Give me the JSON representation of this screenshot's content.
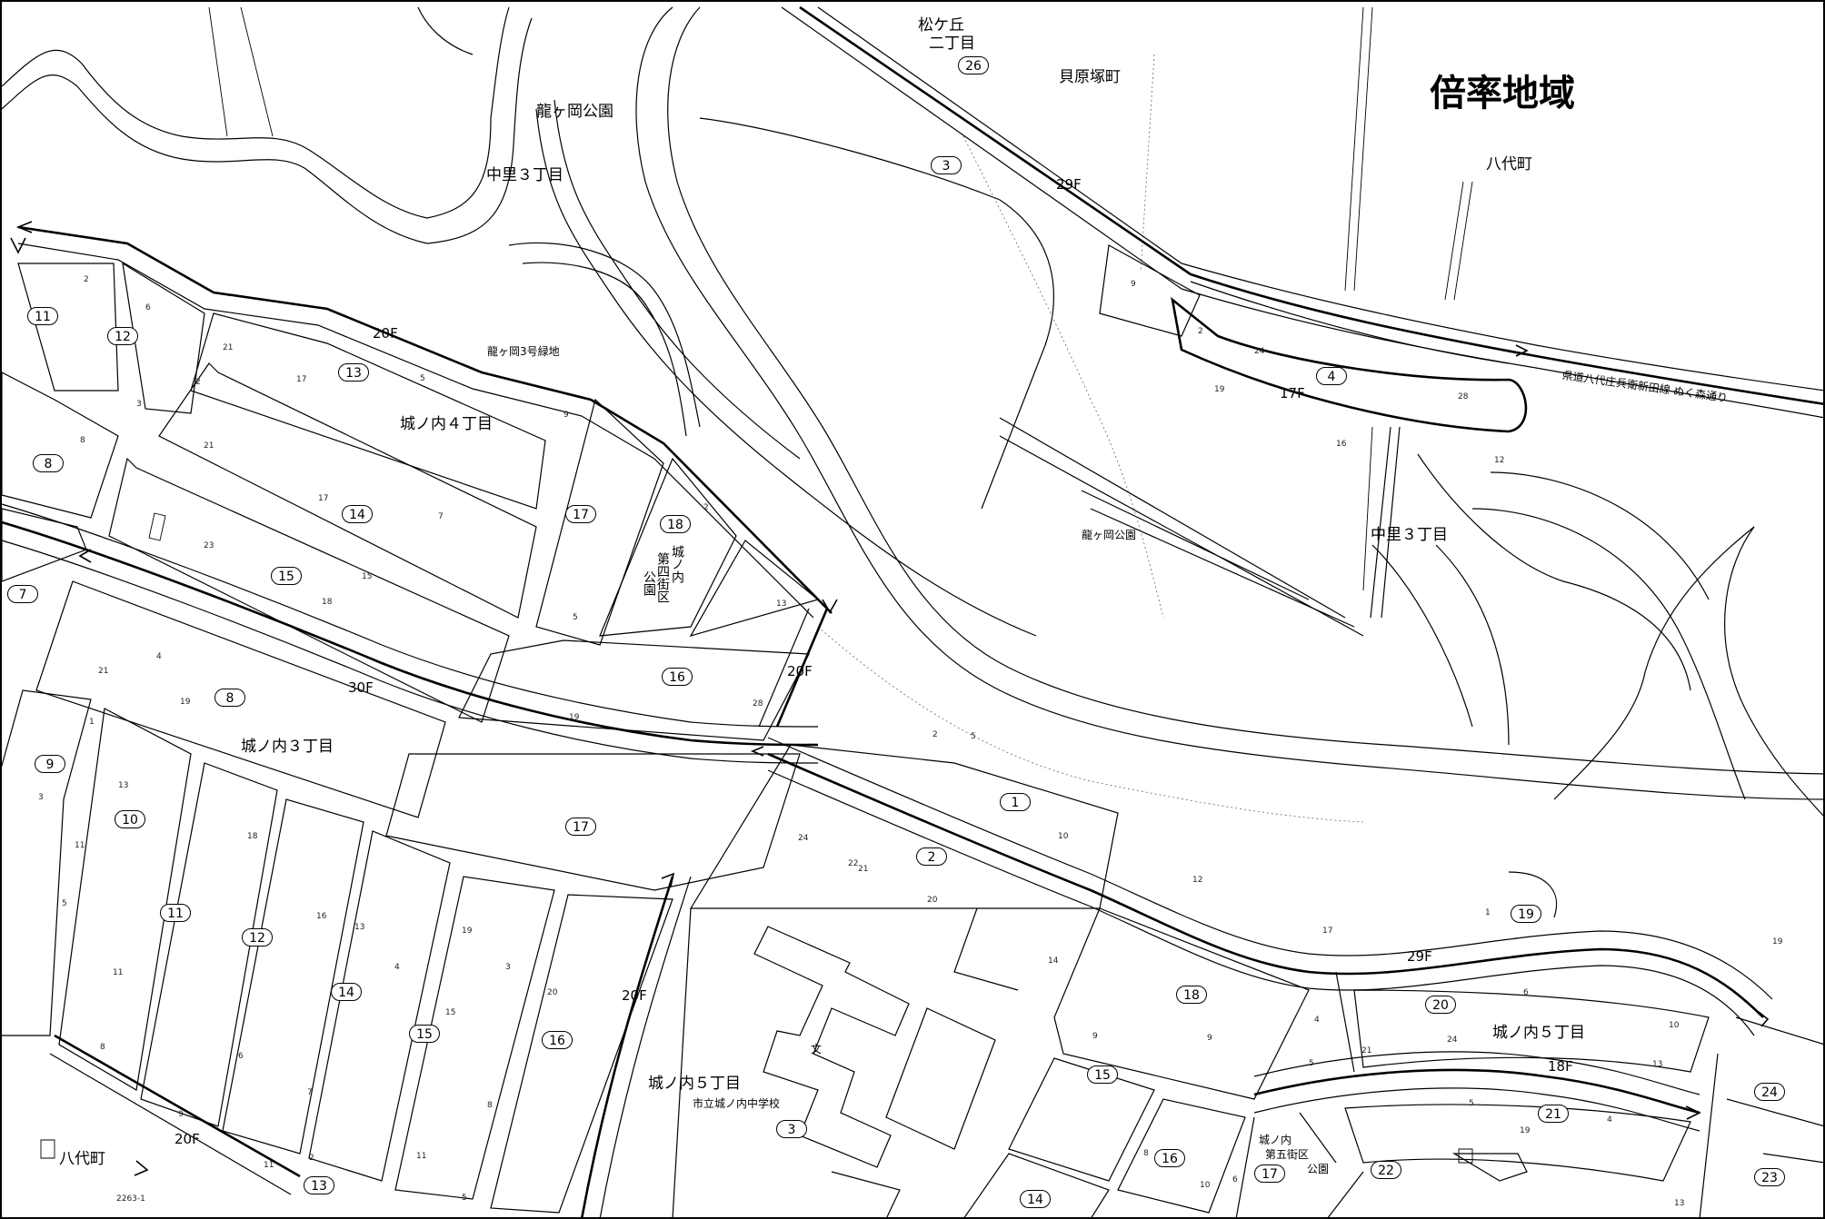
{
  "region_label": "倍率地域",
  "place_labels": {
    "ryugaoka_park_top": "龍ヶ岡公園",
    "nakazato_3_top": "中里３丁目",
    "matsugaoka": "松ケ丘",
    "nichome": "二丁目",
    "kaibarazuka": "貝原塚町",
    "yashiro_top": "八代町",
    "ryugaoka_green": "龍ヶ岡3号緑地",
    "shironouchi_4": "城ノ内４丁目",
    "ryugaoka_park_mid": "龍ヶ岡公園",
    "nakazato_3_mid": "中里３丁目",
    "shironouchi_3": "城ノ内３丁目",
    "shironouchi_5_right": "城ノ内５丁目",
    "shironouchi_5_school": "城ノ内５丁目",
    "school_name": "市立城ノ内中学校",
    "school_symbol": "文",
    "yashiro_bottom": "八代町",
    "park4_a": "城ノ内",
    "park4_b": "第四街区",
    "park4_c": "公園",
    "park5_a": "城ノ内",
    "park5_b": "第五街区",
    "park5_c": "公園",
    "sheet_code": "2263-1",
    "prefectural_road": "県道八代庄兵衛新田線 ぬく森通り"
  },
  "route_labels": {
    "r29F_top": "29F",
    "r20F_a": "20F",
    "r17F": "17F",
    "r30F": "30F",
    "r20F_b": "20F",
    "r20F_c": "20F",
    "r29F_bottom": "29F",
    "r18F": "18F",
    "r20F_d": "20F"
  },
  "block_numbers": {
    "b26": "26",
    "b3_top": "3",
    "b4": "4",
    "b11_a": "11",
    "b12_a": "12",
    "b13_a": "13",
    "b8_a": "8",
    "b14_a": "14",
    "b17_a": "17",
    "b18": "18",
    "b15_a": "15",
    "b7": "7",
    "b16_a": "16",
    "b8_b": "8",
    "b9": "9",
    "b1": "1",
    "b10": "10",
    "b17_b": "17",
    "b2": "2",
    "b11_b": "11",
    "b12_b": "12",
    "b14_b": "14",
    "b15_b": "15",
    "b16_b": "16",
    "b19": "19",
    "b18_b": "18",
    "b20": "20",
    "b15_c": "15",
    "b3_school": "3",
    "b16_c": "16",
    "b21": "21",
    "b24": "24",
    "b22": "22",
    "b17_c": "17",
    "b23": "23",
    "b13_b": "13",
    "b14_c": "14"
  },
  "lot_numbers": [
    "2",
    "6",
    "3",
    "21",
    "17",
    "5",
    "2",
    "9",
    "21",
    "7",
    "17",
    "23",
    "15",
    "18",
    "8",
    "2",
    "13",
    "5",
    "4",
    "21",
    "19",
    "1",
    "13",
    "3",
    "11",
    "5",
    "11",
    "8",
    "18",
    "16",
    "13",
    "19",
    "4",
    "3",
    "20",
    "15",
    "6",
    "7",
    "9",
    "11",
    "2",
    "11",
    "5",
    "8",
    "19",
    "28",
    "2",
    "5",
    "10",
    "12",
    "24",
    "22",
    "21",
    "20",
    "14",
    "17",
    "1",
    "19",
    "6",
    "4",
    "9",
    "5",
    "21",
    "24",
    "10",
    "13",
    "9",
    "5",
    "19",
    "4",
    "8",
    "6",
    "10",
    "24",
    "19",
    "16",
    "12",
    "28",
    "9",
    "2",
    "13"
  ]
}
